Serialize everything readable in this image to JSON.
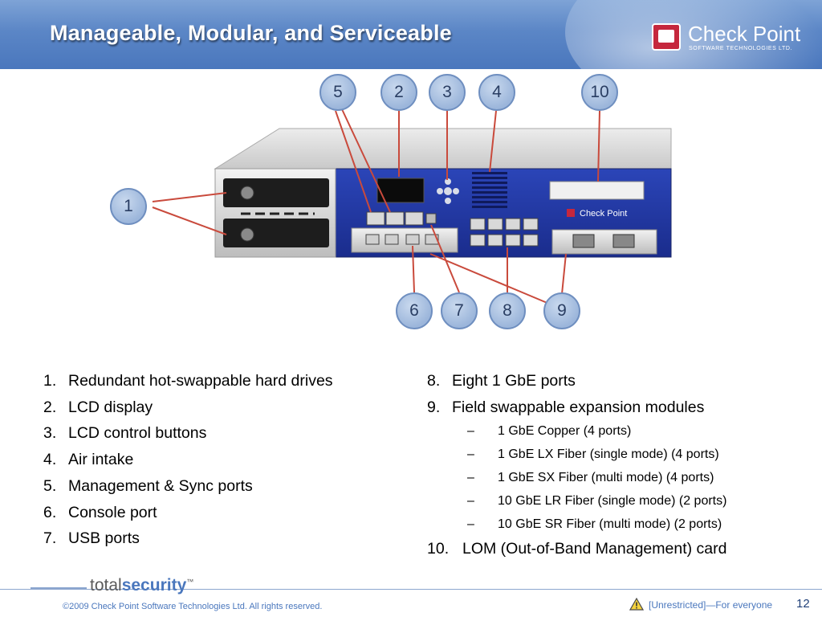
{
  "header": {
    "title": "Manageable, Modular, and Serviceable",
    "brand_name": "Check Point",
    "brand_sub": "SOFTWARE TECHNOLOGIES LTD.",
    "colors": {
      "header_blue": "#5b86c6",
      "accent": "#4a77bd"
    }
  },
  "diagram": {
    "callouts": [
      "1",
      "2",
      "3",
      "4",
      "5",
      "6",
      "7",
      "8",
      "9",
      "10"
    ],
    "appliance_brand": "Check Point"
  },
  "left_list": [
    {
      "num": "1.",
      "text": "Redundant hot-swappable hard drives"
    },
    {
      "num": "2.",
      "text": "LCD display"
    },
    {
      "num": "3.",
      "text": "LCD control buttons"
    },
    {
      "num": "4.",
      "text": "Air intake"
    },
    {
      "num": "5.",
      "text": "Management & Sync ports"
    },
    {
      "num": "6.",
      "text": "Console port"
    },
    {
      "num": "7.",
      "text": "USB ports"
    }
  ],
  "right_list": {
    "item8": {
      "num": "8.",
      "text": "Eight 1 GbE ports"
    },
    "item9": {
      "num": "9.",
      "text": "Field swappable expansion modules"
    },
    "sub_items": [
      {
        "dash": "–",
        "text": "1 GbE Copper (4 ports)"
      },
      {
        "dash": "–",
        "text": "1 GbE LX Fiber (single mode) (4 ports)"
      },
      {
        "dash": "–",
        "text": "1 GbE SX Fiber (multi mode) (4 ports)"
      },
      {
        "dash": "–",
        "text": "10 GbE LR Fiber (single mode) (2 ports)"
      },
      {
        "dash": "–",
        "text": "10 GbE SR Fiber (multi mode) (2 ports)"
      }
    ],
    "item10": {
      "num": "10.",
      "text": "LOM (Out-of-Band Management) card"
    }
  },
  "footer": {
    "brand_light": "total",
    "brand_bold": "security",
    "brand_tm": "™",
    "copyright": "©2009 Check Point Software Technologies Ltd. All rights reserved.",
    "classification": "[Unrestricted]—For everyone",
    "page_number": "12",
    "warning_icon": "warning-triangle-icon"
  }
}
